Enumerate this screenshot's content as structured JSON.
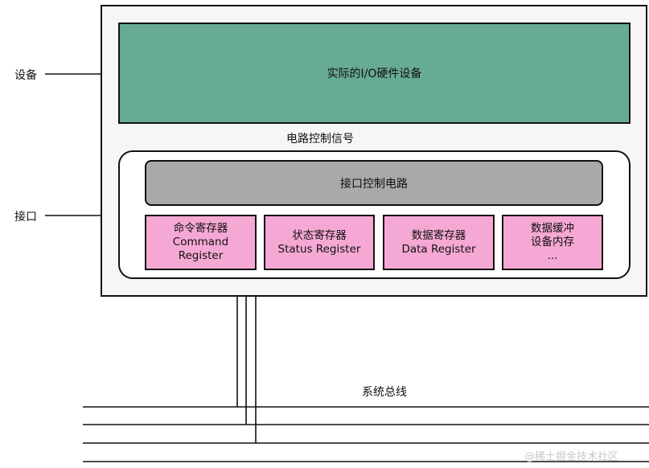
{
  "labels": {
    "device": "设备",
    "interface": "接口",
    "signal": "电路控制信号",
    "bus": "系统总线",
    "watermark": "@稀土掘金技术社区"
  },
  "device_box": {
    "text": "实际的I/O硬件设备",
    "color": "#67aa95"
  },
  "control_circuit": {
    "text": "接口控制电路",
    "color": "#a9a9a9"
  },
  "registers": [
    {
      "line1": "命令寄存器",
      "line2": "Command",
      "line3": "Register"
    },
    {
      "line1": "状态寄存器",
      "line2": "Status Register",
      "line3": ""
    },
    {
      "line1": "数据寄存器",
      "line2": "Data Register",
      "line3": ""
    },
    {
      "line1": "数据缓冲",
      "line2": "设备内存",
      "line3": "..."
    }
  ],
  "colors": {
    "register_fill": "#f6a8d4",
    "outline": "#111111"
  }
}
